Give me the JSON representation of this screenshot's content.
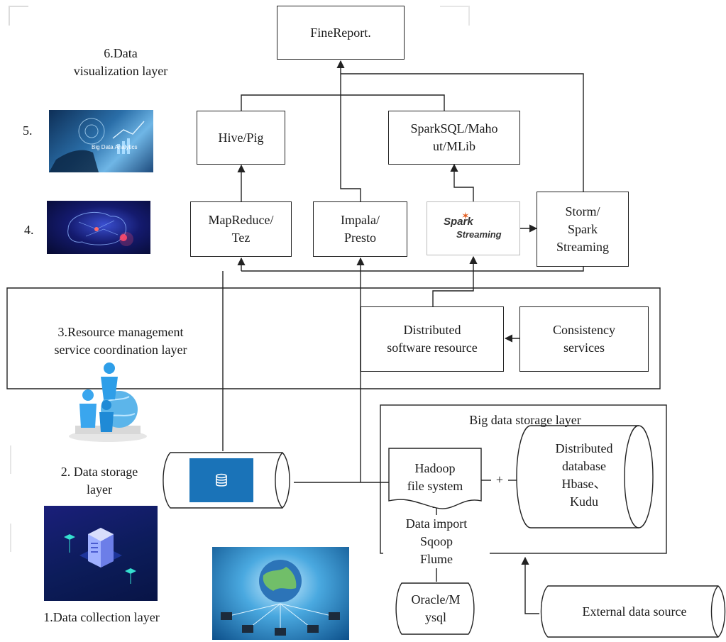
{
  "nodes": {
    "finereport": "FineReport.",
    "hive_pig": "Hive/Pig",
    "sparksql": "SparkSQL/Maho\nut/MLib",
    "mapreduce": "MapReduce/\nTez",
    "impala": "Impala/\nPresto",
    "storm": "Storm/\nSpark\nStreaming",
    "distributed_software": "Distributed\nsoftware resource",
    "consistency": "Consistency\nservices",
    "storage_group_title": "Big data storage layer",
    "hadoop": "Hadoop\nfile system",
    "plus": "+",
    "distributed_db": "Distributed\ndatabase\nHbase、\nKudu",
    "data_import": "Data import\nSqoop\nFlume",
    "oracle": "Oracle/M\nysql",
    "external": "External data source"
  },
  "layers": {
    "layer6": "6.Data\nvisualization layer",
    "layer5": "5.",
    "layer4": "4.",
    "layer3": "3.Resource management\nservice coordination layer",
    "layer2": "2. Data storage\nlayer",
    "layer1": "1.Data collection layer"
  },
  "logos": {
    "spark_word": "Spark",
    "spark_sub": "Streaming",
    "bigdata_caption": "Big Data Analytics"
  },
  "colors": {
    "db_tile": "#1a73b8",
    "spark_orange": "#e25a1c",
    "dark_navy": "#0c1c5a",
    "line": "#222222"
  }
}
